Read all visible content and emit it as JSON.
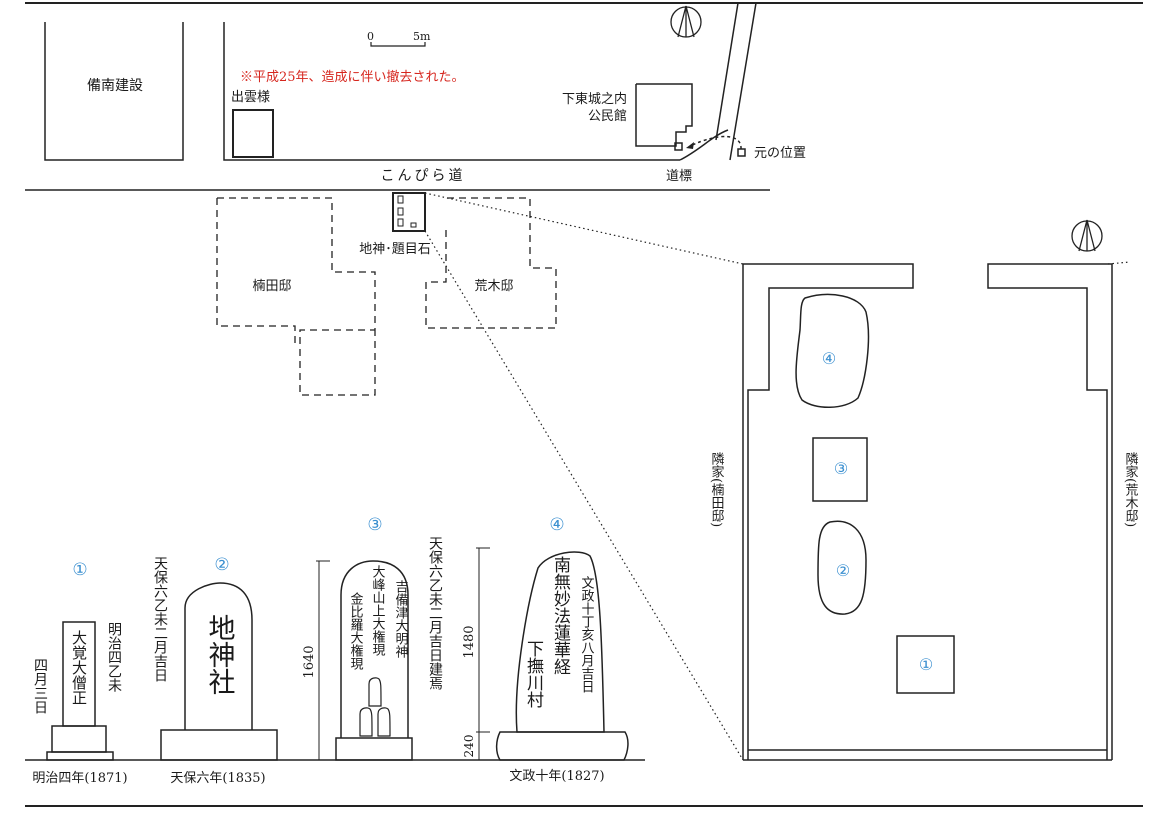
{
  "map": {
    "binan": "備南建設",
    "note": "※平成25年、造成に伴い撤去された。",
    "izumo": "出雲様",
    "scale_zero": "0",
    "scale_five": "5m",
    "kominkan_1": "下東城之内",
    "kominkan_2": "公民館",
    "original_position": "元の位置",
    "michishirube": "道標",
    "konpira_road": "こんぴら道",
    "chijin_daimoku": "地神･題目石",
    "kusuda": "楠田邸",
    "araki": "荒木邸"
  },
  "detail": {
    "neighbor_left": "隣家(楠田邸)",
    "neighbor_right": "隣家(荒木邸)",
    "n1": "①",
    "n2": "②",
    "n3": "③",
    "n4": "④"
  },
  "stones": {
    "s1": {
      "num": "①",
      "face": "大覚大僧正",
      "right_side": "明治四乙未",
      "left_side": "四月三日",
      "base_label": "明治四年(1871)"
    },
    "s2": {
      "num": "②",
      "face": "地神社",
      "side": "天保六乙未二月吉日",
      "base_label": "天保六年(1835)"
    },
    "s3": {
      "num": "③",
      "col1": "大峰山上大権現",
      "col2": "吉備津大明神",
      "col3": "金比羅大権現",
      "side": "天保六乙未二月吉日建焉",
      "height": "1640"
    },
    "s4": {
      "num": "④",
      "col1": "南無妙法蓮華経",
      "col2": "文政十丁亥八月吉日",
      "col3": "下撫川村",
      "height": "1480",
      "base_height": "240",
      "base_label": "文政十年(1827)"
    }
  }
}
